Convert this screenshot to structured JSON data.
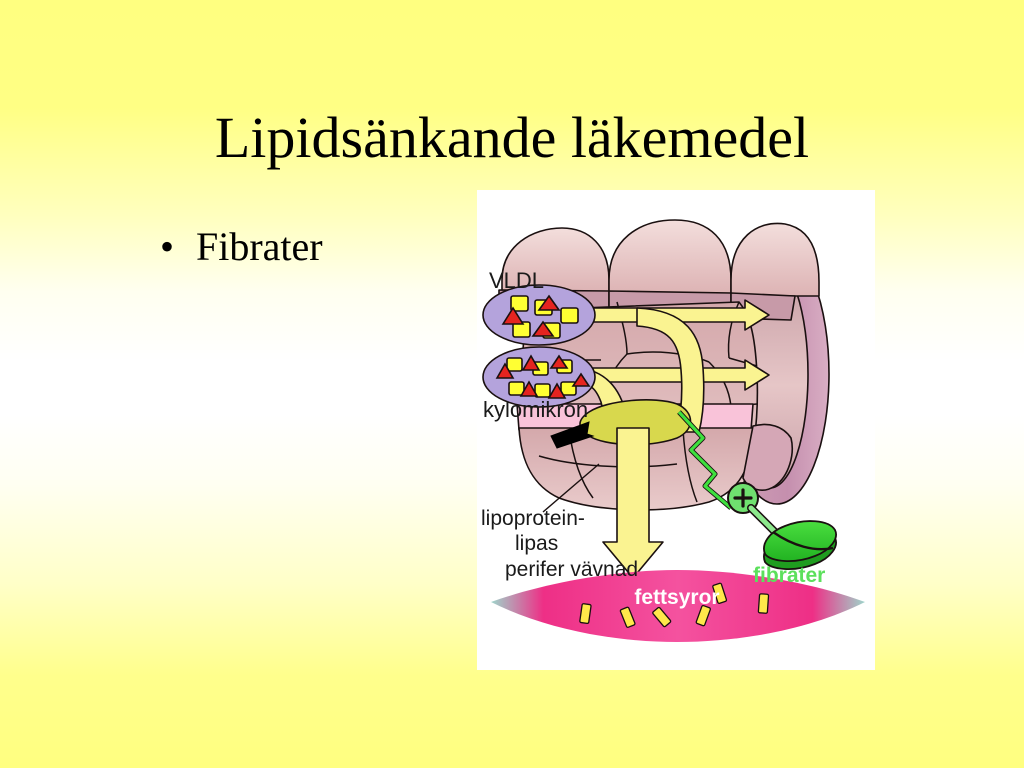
{
  "slide": {
    "title": "Lipidsänkande läkemedel",
    "bullets": [
      {
        "marker": "•",
        "text": "Fibrater"
      }
    ],
    "background": {
      "top_color": "#ffff80",
      "mid_color": "#ffffff",
      "bottom_color": "#ffff80"
    },
    "title_color": "#000000",
    "body_color": "#000000"
  },
  "picture": {
    "name": "lipoprotein-lipase-fibrate-diagram",
    "background": "#ffffff",
    "labels": {
      "vldl": "VLDL",
      "kylomikron": "kylomikron",
      "lipoprotein_lipas_line1": "lipoprotein-",
      "lipoprotein_lipas_line2": "lipas",
      "perifer_vavnad": "perifer vävnad",
      "fettsyror": "fettsyror",
      "fibrater": "fibrater",
      "plus_sign": "+"
    },
    "colors": {
      "vessel_wall_light": "#e8c6c6",
      "vessel_wall_mid": "#d8aeb2",
      "vessel_wall_dark": "#c79aa8",
      "vessel_rim": "#c894b0",
      "endothelium_pink": "#f7bcd4",
      "lipoprotein_body": "#b7a6dd",
      "lipid_square": "#ffff33",
      "lipid_triangle": "#e52420",
      "arrow_yellow": "#f8f08a",
      "enzyme_olive": "#d4d44a",
      "tissue_magenta": "#ef3b8e",
      "tissue_edge_teal": "#8fd3c8",
      "fibrate_green": "#33cc33",
      "fibrate_text_green": "#55dd66",
      "outline": "#1a1010"
    }
  }
}
